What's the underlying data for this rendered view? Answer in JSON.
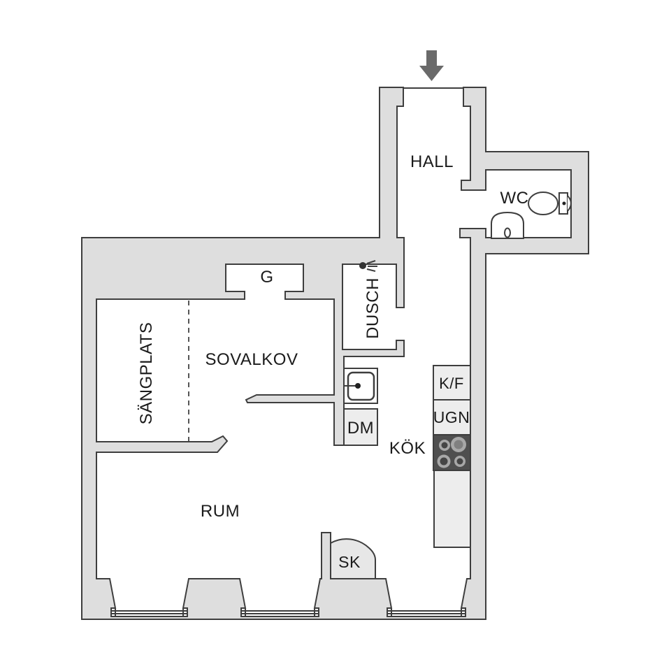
{
  "plan": {
    "type": "apartment-floor-plan",
    "rooms": {
      "hall": "HALL",
      "wc": "WC",
      "dusch": "DUSCH",
      "sovalkov": "SOVALKOV",
      "sangplats": "SÄNGPLATS",
      "kok": "KÖK",
      "rum": "RUM"
    },
    "units": {
      "closet": "G",
      "dishwasher": "DM",
      "fridge_freezer": "K/F",
      "oven": "UGN",
      "cleaning_closet": "SK"
    },
    "icons": [
      "entrance-arrow-icon",
      "toilet-icon",
      "wc-sink-icon",
      "shower-icon",
      "kitchen-sink-icon",
      "stove-icon"
    ],
    "windows_count": 3
  },
  "colors": {
    "background": "#ffffff",
    "wall_fill": "#dedede",
    "outline": "#3e3e3e",
    "unit_fill": "#ededed",
    "sk_fill": "#e7e7e7",
    "stove_fill": "#4f4f4f",
    "burner_ring": "#a8a8a8",
    "burner_center_dark": "#454545",
    "burner_center_light": "#808080",
    "arrow": "#6a6a6a",
    "dash": "#555555",
    "label": "#1b1b1b"
  }
}
